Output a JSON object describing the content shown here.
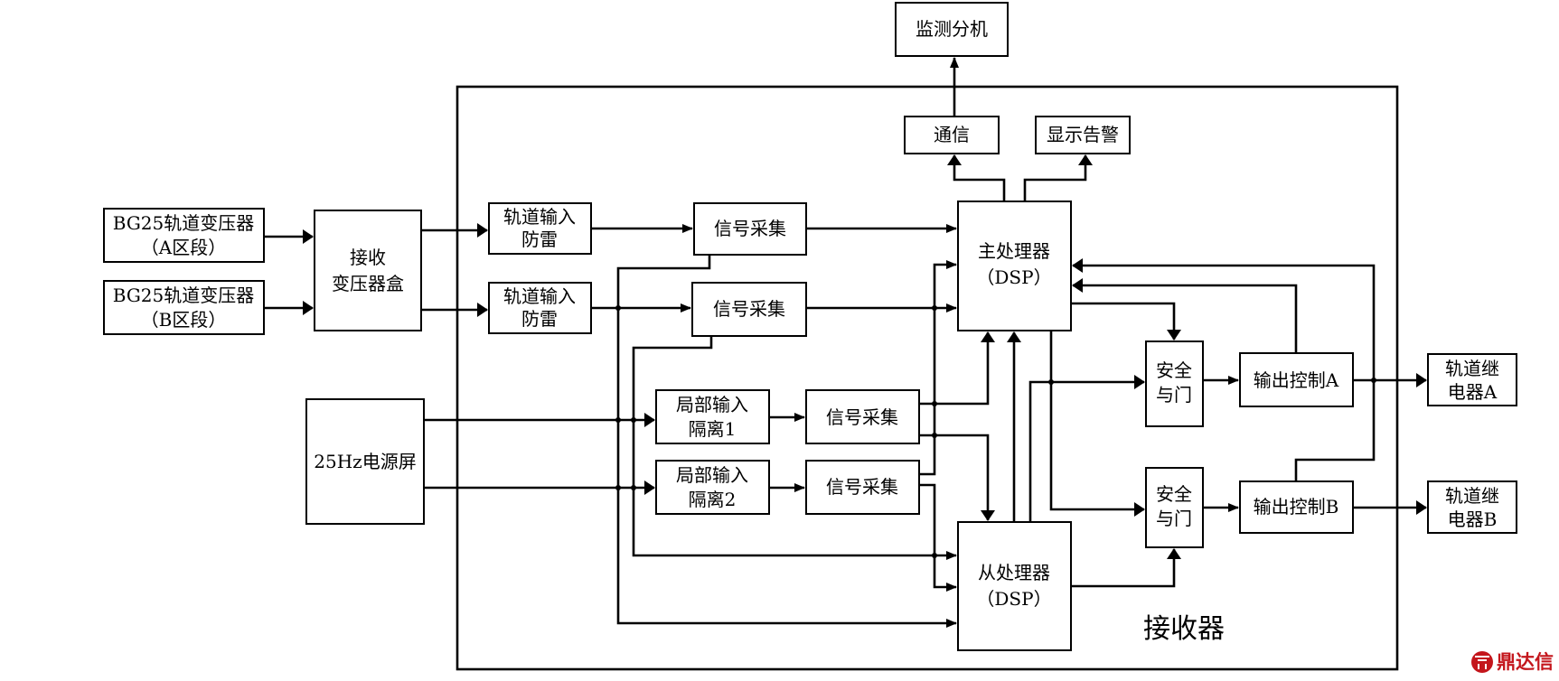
{
  "diagram": {
    "frame_label": "接收器",
    "blocks": {
      "monitor": "监测分机",
      "comm": "通信",
      "display": "显示告警",
      "bg25_a_line1": "BG25轨道变压器",
      "bg25_a_line2": "（A区段）",
      "bg25_b_line1": "BG25轨道变压器",
      "bg25_b_line2": "（B区段）",
      "recv_box_line1": "接收",
      "recv_box_line2": "变压器盒",
      "power": "25Hz电源屏",
      "track_in_1_line1": "轨道输入",
      "track_in_1_line2": "防雷",
      "track_in_2_line1": "轨道输入",
      "track_in_2_line2": "防雷",
      "sig_acq_1": "信号采集",
      "sig_acq_2": "信号采集",
      "sig_acq_3": "信号采集",
      "sig_acq_4": "信号采集",
      "local_in_1_line1": "局部输入",
      "local_in_1_line2": "隔离1",
      "local_in_2_line1": "局部输入",
      "local_in_2_line2": "隔离2",
      "main_proc_line1": "主处理器",
      "main_proc_line2": "（DSP）",
      "sub_proc_line1": "从处理器",
      "sub_proc_line2": "（DSP）",
      "safe_gate_a_line1": "安全",
      "safe_gate_a_line2": "与门",
      "safe_gate_b_line1": "安全",
      "safe_gate_b_line2": "与门",
      "out_ctrl_a": "输出控制A",
      "out_ctrl_b": "输出控制B",
      "relay_a_line1": "轨道继",
      "relay_a_line2": "电器A",
      "relay_b_line1": "轨道继",
      "relay_b_line2": "电器B"
    }
  },
  "watermark": {
    "text": "鼎达信",
    "color": "#c4161c",
    "icon": "dingdaxin-logo-icon"
  }
}
